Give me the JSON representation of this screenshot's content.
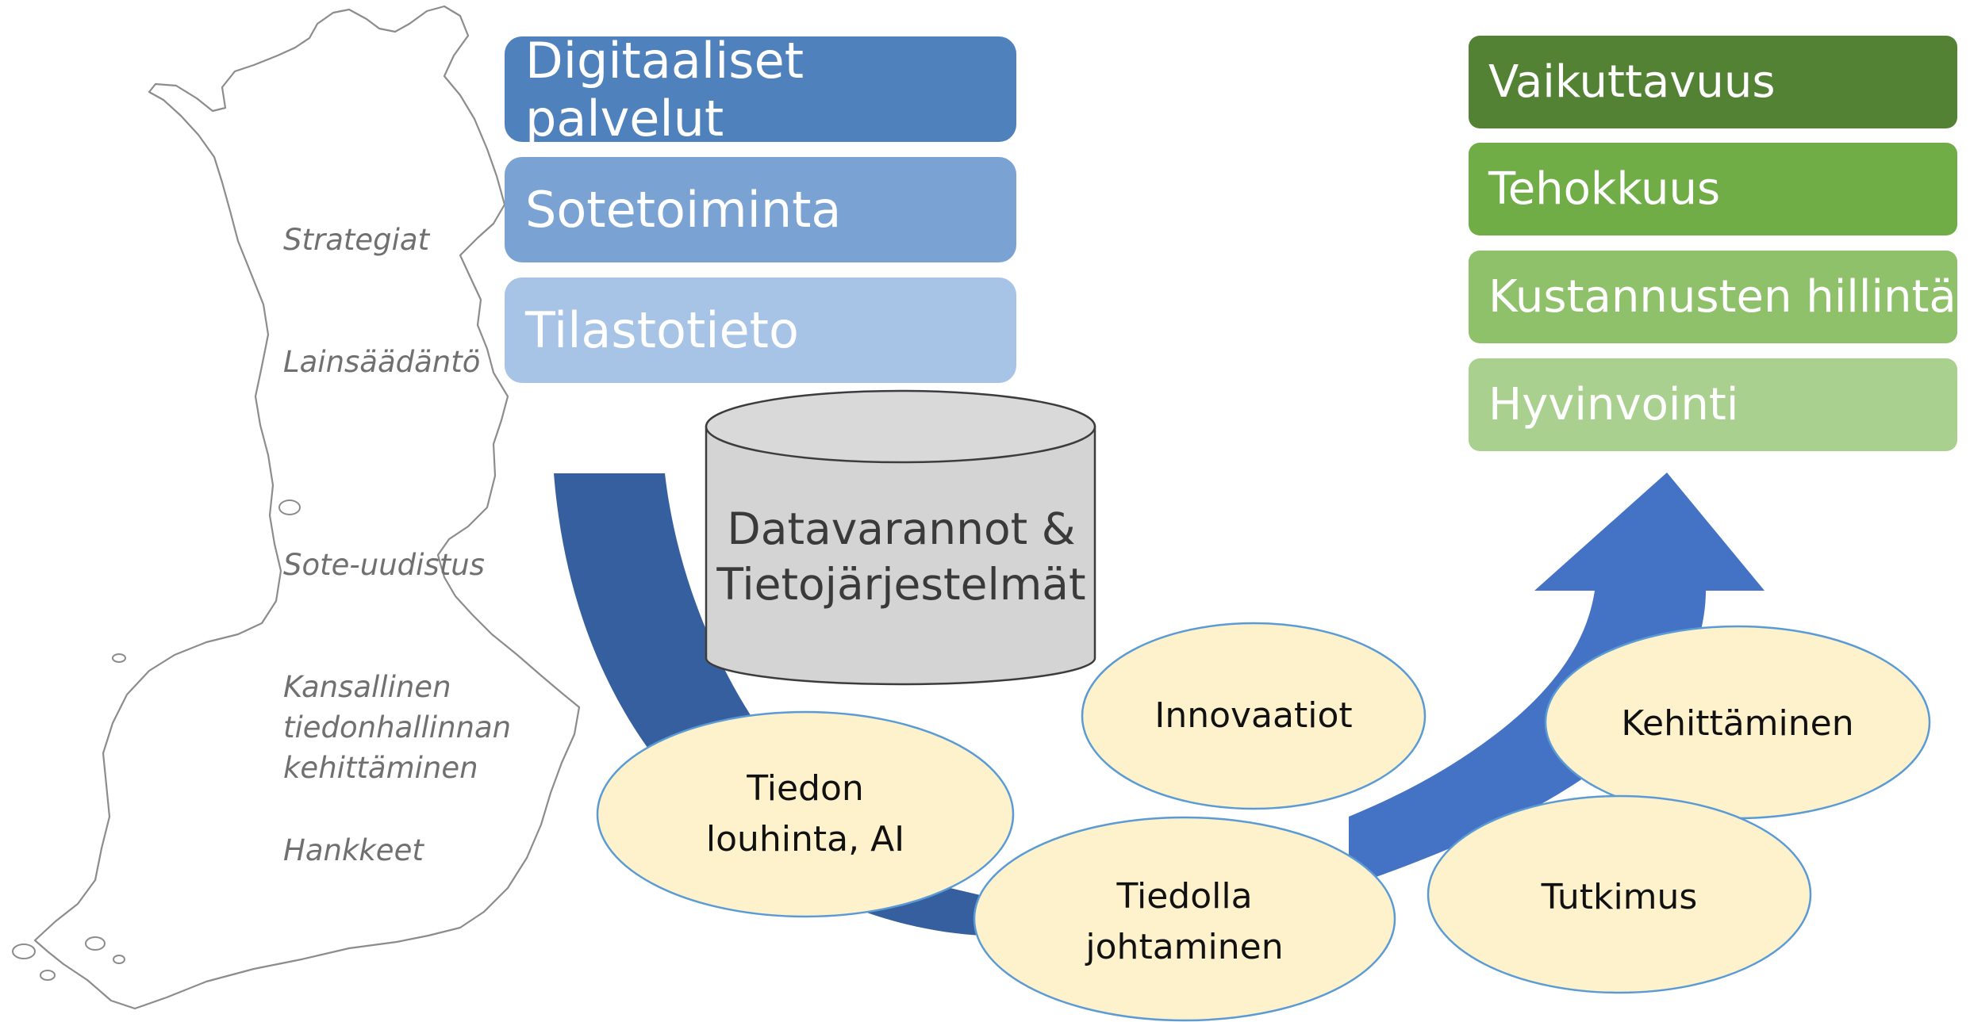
{
  "colors": {
    "blue_dark": "#4f81bd",
    "blue_mid": "#7aa3d3",
    "blue_light": "#a7c3e6",
    "green_dark": "#548235",
    "green_mid": "#70ad47",
    "green_light": "#8fc06a",
    "green_pale": "#a9d08e",
    "arrow_left": "#365f9f",
    "arrow_right": "#4472c4",
    "ellipse_fill": "#fdf2cc",
    "ellipse_stroke": "#5b9bd5",
    "cylinder_fill": "#d4d4d4"
  },
  "top_boxes": [
    {
      "label": "Digitaaliset palvelut"
    },
    {
      "label": "Sotetoiminta"
    },
    {
      "label": "Tilastotieto"
    }
  ],
  "outcome_boxes": [
    {
      "label": "Vaikuttavuus"
    },
    {
      "label": "Tehokkuus"
    },
    {
      "label": "Kustannusten hillintä"
    },
    {
      "label": "Hyvinvointi"
    }
  ],
  "map_labels": {
    "strategiat": "Strategiat",
    "lainsaadanto": "Lainsäädäntö",
    "sote": "Sote-uudistus",
    "kansallinen": [
      "Kansallinen",
      "tiedonhallinnan",
      "kehittäminen"
    ],
    "hankkeet": "Hankkeet"
  },
  "database": {
    "line1": "Datavarannot &",
    "line2": "Tietojärjestelmät"
  },
  "ellipses": {
    "louhinta": [
      "Tiedon",
      "louhinta, AI"
    ],
    "innovaatiot": "Innovaatiot",
    "johtaminen": [
      "Tiedolla",
      "johtaminen"
    ],
    "kehittaminen": "Kehittäminen",
    "tutkimus": "Tutkimus"
  }
}
